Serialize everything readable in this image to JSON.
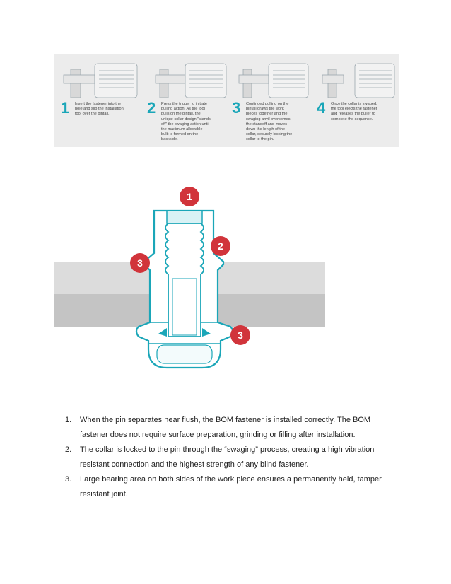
{
  "install_steps": [
    {
      "number": "1",
      "text": "Insert the fastener into the\nhole and slip the installation\ntool over the pintail."
    },
    {
      "number": "2",
      "text": "Press the trigger to initiate\npulling action. As the tool\npulls on the pintail, the\nunique collar design \"stands\noff\" the swaging action until\nthe maximum allowable\nbulb is formed on the\nbackside."
    },
    {
      "number": "3",
      "text": "Continued pulling on the\npintail draws the work\npieces together and the\nswaging anvil overcomes\nthe standoff and moves\ndown the length of the\ncollar, securely locking the\ncollar to the pin."
    },
    {
      "number": "4",
      "text": "Once the collar is swaged,\nthe tool ejects the fastener\nand releases the puller to\ncomplete the sequence."
    }
  ],
  "callouts": {
    "top": "1",
    "right": "2",
    "left": "3",
    "bottom_right": "3"
  },
  "notes": [
    {
      "number": "1.",
      "text": "When the pin separates near flush, the BOM fastener is installed correctly. The BOM fastener does not require surface preparation, grinding or filling after installation."
    },
    {
      "number": "2.",
      "text": "The collar is locked to the pin through the “swaging” process, creating a high vibration resistant connection and the highest strength of any blind fastener."
    },
    {
      "number": "3.",
      "text": "Large bearing area on both sides of the work piece ensures a permanently held, tamper resistant joint."
    }
  ],
  "colors": {
    "accent": "#1aa6b8",
    "callout_red": "#d1343b",
    "panel_bg": "#ececec",
    "plate_light": "#dcdcdc",
    "plate_dark": "#c4c4c4"
  }
}
